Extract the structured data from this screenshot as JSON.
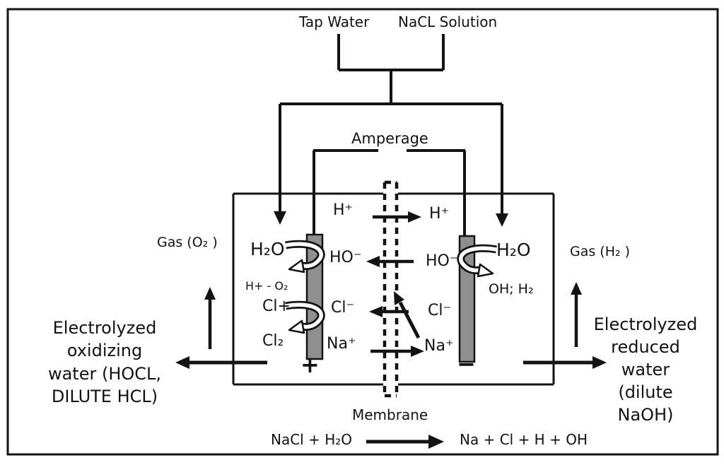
{
  "colors": {
    "ink": "#131313",
    "electrode": "#8f8f8f",
    "bg": "#ffffff"
  },
  "top": {
    "tap_water": "Tap Water",
    "nacl_solution": "NaCL Solution",
    "amperage": "Amperage"
  },
  "left_side": {
    "gas": "Gas (O₂ )",
    "product": "Electrolyzed\noxidizing\nwater (HOCL,\nDILUTE HCL)"
  },
  "right_side": {
    "gas": "Gas (H₂ )",
    "product": "Electrolyzed\nreduced\nwater\n(dilute\nNaOH)"
  },
  "anode": {
    "h2o": "H₂O",
    "h_o2": "H+ - O₂",
    "cl_plus": "Cl+",
    "cl2": "Cl₂",
    "sign": "+"
  },
  "cathode": {
    "h2o": "H₂O",
    "oh_h2": "OH; H₂",
    "sign": "−"
  },
  "ions": {
    "h_left": "H⁺",
    "h_right": "H⁺",
    "ho_left": "HO⁻",
    "ho_right": "HO⁻",
    "cl_left": "Cl⁻",
    "cl_right": "Cl⁻",
    "na_left": "Na⁺",
    "na_right": "Na⁺"
  },
  "membrane": {
    "label": "Membrane"
  },
  "equation": {
    "reactants": "NaCl + H₂O",
    "products": "Na + Cl + H + OH"
  }
}
